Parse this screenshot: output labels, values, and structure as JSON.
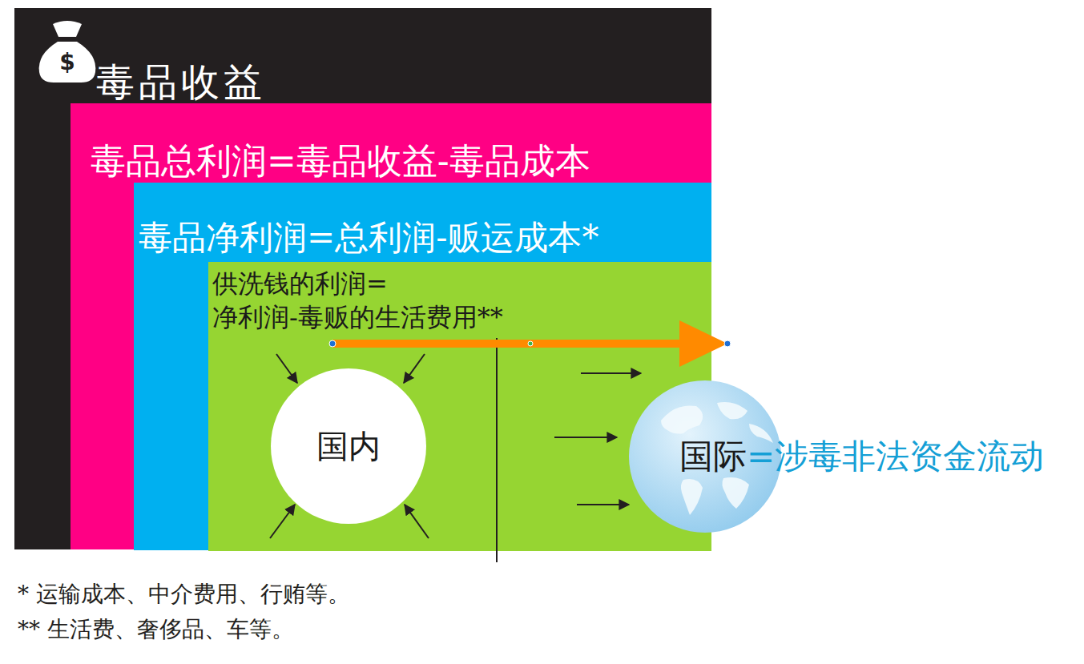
{
  "diagram": {
    "nodes": [
      {
        "text": [
          "毒品收益"
        ]
      },
      {
        "text": [
          "毒品总利润=毒品收益-毒品成本"
        ],
        "in": 0
      },
      {
        "text": [
          "毒品净利润=总利润-贩运成本*"
        ],
        "in": 1
      },
      {
        "text": [
          "供洗钱的利润= 净利润-毒贩的生活费用**"
        ],
        "in": 2
      },
      {
        "text": [
          "国内"
        ],
        "in": 3
      },
      {
        "text": [
          "国际",
          "=涉毒非法资金流动"
        ]
      }
    ],
    "labels": [
      "$",
      "* 运输成本、中介费用、行贿等。",
      "** 生活费、奢侈品、车等。"
    ]
  }
}
